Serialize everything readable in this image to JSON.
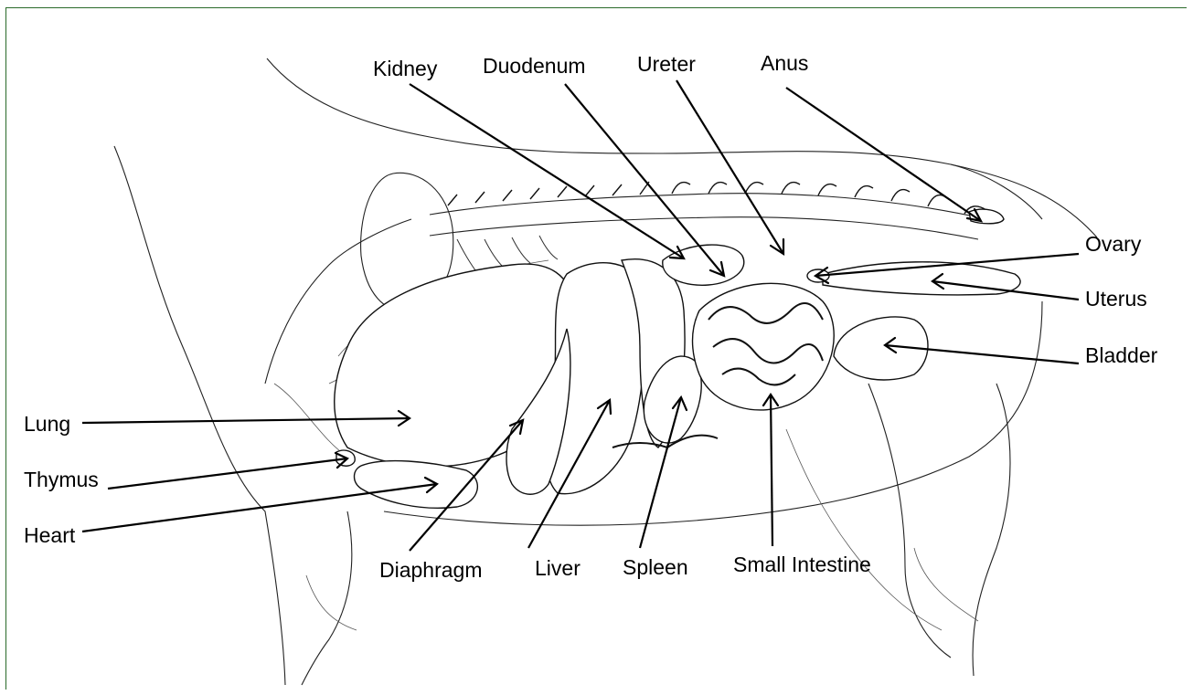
{
  "labels": {
    "kidney": "Kidney",
    "duodenum": "Duodenum",
    "ureter": "Ureter",
    "anus": "Anus",
    "ovary": "Ovary",
    "uterus": "Uterus",
    "bladder": "Bladder",
    "lung": "Lung",
    "thymus": "Thymus",
    "heart": "Heart",
    "diaphragm": "Diaphragm",
    "liver": "Liver",
    "spleen": "Spleen",
    "small_intestine": "Small Intestine"
  },
  "colors": {
    "frame_border": "#2a6a2a",
    "ink": "#000000"
  }
}
